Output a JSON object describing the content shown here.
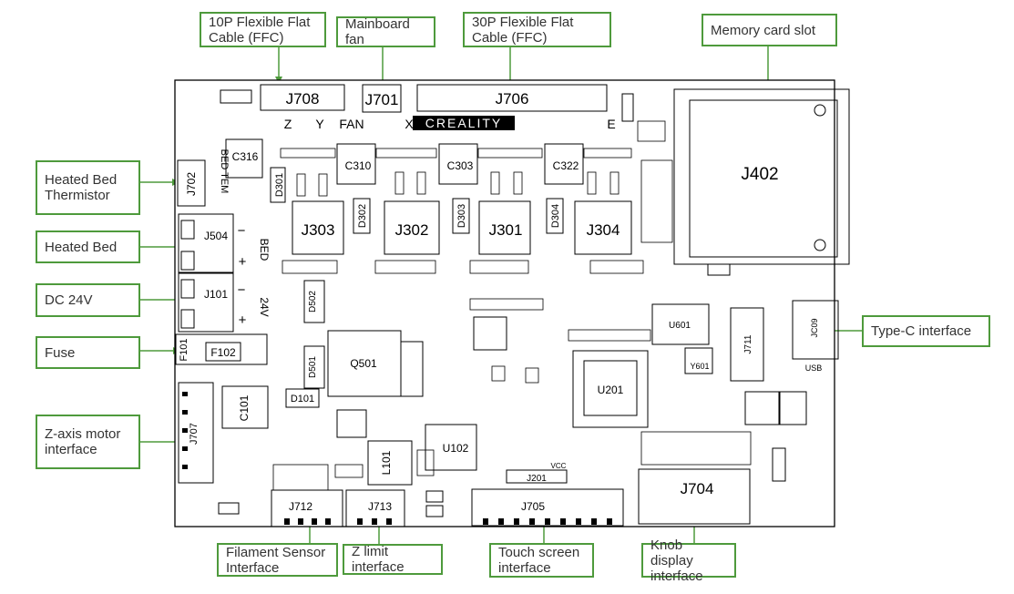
{
  "callouts": {
    "ffc10": "10P Flexible Flat\nCable (FFC)",
    "mainboard_fan": "Mainboard fan",
    "ffc30": "30P Flexible Flat\nCable (FFC)",
    "memory_card_slot": "Memory card slot",
    "heated_bed_thermistor": "Heated Bed\nThermistor",
    "heated_bed": "Heated Bed",
    "dc24v": "DC 24V",
    "fuse": "Fuse",
    "z_axis_motor": "Z-axis motor\ninterface",
    "type_c": "Type-C interface",
    "filament_sensor": "Filament Sensor\nInterface",
    "z_limit": "Z limit interface",
    "touch_screen": "Touch screen\ninterface",
    "knob_display": "Knob display\ninterface"
  },
  "board": {
    "brand": "CREALITY",
    "connectors": {
      "j708": "J708",
      "j701": "J701",
      "j706": "J706",
      "j402": "J402",
      "j702": "J702",
      "j504": "J504",
      "j101": "J101",
      "j707": "J707",
      "j712": "J712",
      "j713": "J713",
      "j705": "J705",
      "j704": "J704",
      "j711": "J711",
      "j201": "J201",
      "jc09": "JC09",
      "j303": "J303",
      "j302": "J302",
      "j301": "J301",
      "j304": "J304"
    },
    "components": {
      "c316": "C316",
      "c310": "C310",
      "c303": "C303",
      "c322": "C322",
      "c101": "C101",
      "q501": "Q501",
      "u201": "U201",
      "u601": "U601",
      "u102": "U102",
      "l101": "L101",
      "f101": "F101",
      "f102": "F102",
      "d101": "D101",
      "d301": "D301",
      "d302": "D302",
      "d303": "D303",
      "d304": "D304",
      "d501": "D501",
      "d502": "D502",
      "y601": "Y601"
    },
    "silk": {
      "z": "Z",
      "y": "Y",
      "fan": "FAN",
      "x": "X",
      "e": "E",
      "bed_tem": "BED TEM",
      "bed": "BED",
      "v24": "24V",
      "usb": "USB",
      "vcc": "VCC",
      "plus": "+",
      "minus": "−"
    }
  }
}
